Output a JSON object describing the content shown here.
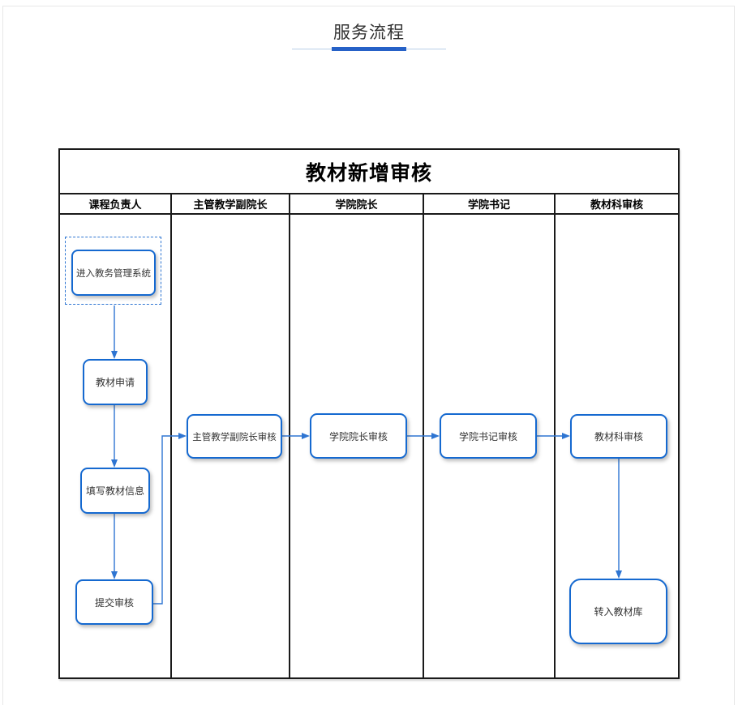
{
  "page": {
    "title": "服务流程"
  },
  "flowchart": {
    "title": "教材新增审核",
    "lanes": [
      {
        "label": "课程负责人"
      },
      {
        "label": "主管教学副院长"
      },
      {
        "label": "学院院长"
      },
      {
        "label": "学院书记"
      },
      {
        "label": "教材科审核"
      }
    ],
    "nodes": [
      {
        "id": "enter-system",
        "label": "进入教务管理系统"
      },
      {
        "id": "textbook-apply",
        "label": "教材申请"
      },
      {
        "id": "fill-textbook-info",
        "label": "填写教材信息"
      },
      {
        "id": "submit-review",
        "label": "提交审核"
      },
      {
        "id": "vice-dean-review",
        "label": "主管教学副院长审核"
      },
      {
        "id": "dean-review",
        "label": "学院院长审核"
      },
      {
        "id": "secretary-review",
        "label": "学院书记审核"
      },
      {
        "id": "textbook-office-review",
        "label": "教材科审核"
      },
      {
        "id": "into-textbook-library",
        "label": "转入教材库"
      }
    ]
  },
  "colors": {
    "accent": "#2661c7",
    "underline-thin": "#b9cfe8",
    "node-border": "#1569d0",
    "connector": "#2e75d2",
    "lane-border": "#1a1a1a",
    "card-border": "#e7e7e7",
    "text": "#333333"
  }
}
